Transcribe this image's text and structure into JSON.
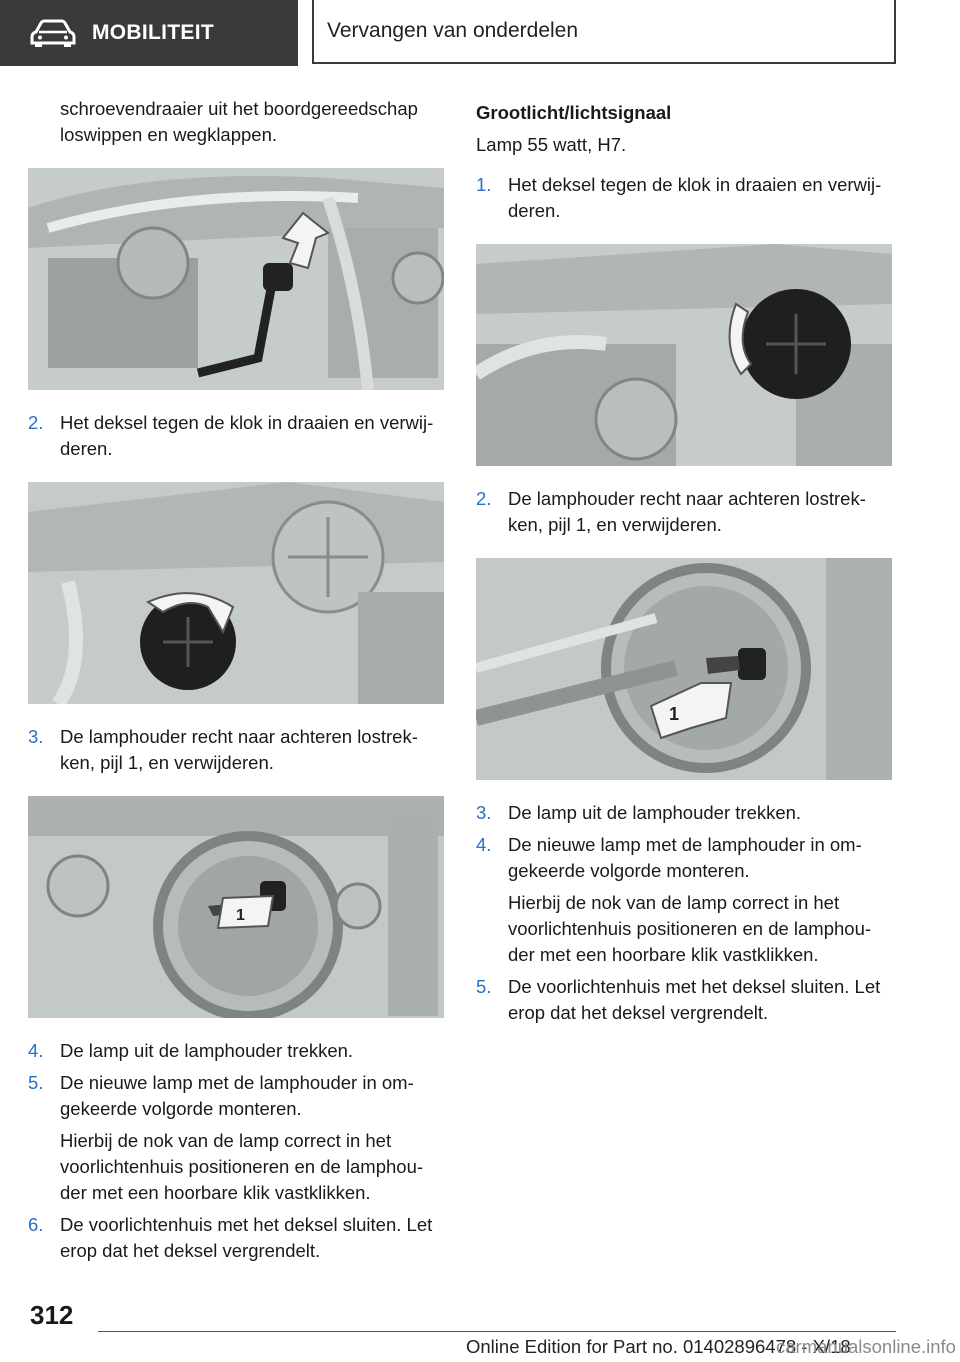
{
  "header": {
    "section_label": "MOBILITEIT",
    "section_icon": "car-icon",
    "chapter_title": "Vervangen van onderdelen"
  },
  "left": {
    "intro_text": "schroevendraaier uit het boordgereedschap loswippen en wegklappen.",
    "steps": [
      {
        "num": "2.",
        "text": "Het deksel tegen de klok in draaien en verwij-deren."
      },
      {
        "num": "3.",
        "text": "De lamphouder recht naar achteren lostrek-ken, pijl 1, en verwijderen."
      },
      {
        "num": "4.",
        "text": "De lamp uit de lamphouder trekken."
      },
      {
        "num": "5.",
        "text": "De nieuwe lamp met de lamphouder in om-gekeerde volgorde monteren."
      },
      {
        "num": "6.",
        "text": "De voorlichtenhuis met het deksel sluiten. Let erop dat het deksel vergrendelt."
      }
    ],
    "step5_note": "Hierbij de nok van de lamp correct in het voorlichtenhuis positioneren en de lamphou-der met een hoorbare klik vastklikken.",
    "figure3_arrow_label": "1"
  },
  "right": {
    "heading": "Grootlicht/lichtsignaal",
    "lamp_spec": "Lamp 55 watt, H7.",
    "steps": [
      {
        "num": "1.",
        "text": "Het deksel tegen de klok in draaien en verwij-deren."
      },
      {
        "num": "2.",
        "text": "De lamphouder recht naar achteren lostrek-ken, pijl 1, en verwijderen."
      },
      {
        "num": "3.",
        "text": "De lamp uit de lamphouder trekken."
      },
      {
        "num": "4.",
        "text": "De nieuwe lamp met de lamphouder in om-gekeerde volgorde monteren."
      },
      {
        "num": "5.",
        "text": "De voorlichtenhuis met het deksel sluiten. Let erop dat het deksel vergrendelt."
      }
    ],
    "step4_note": "Hierbij de nok van de lamp correct in het voorlichtenhuis positioneren en de lamphou-der met een hoorbare klik vastklikken.",
    "figure2_arrow_label": "1"
  },
  "footer": {
    "page_number": "312",
    "edition_text": "Online Edition for Part no. 01402896478 - X/18",
    "watermark": "carmanualsonline.info"
  },
  "colors": {
    "header_dark": "#3a3a3a",
    "step_number_blue": "#2a6fc9",
    "figure_bg": "#c9cfcc"
  }
}
